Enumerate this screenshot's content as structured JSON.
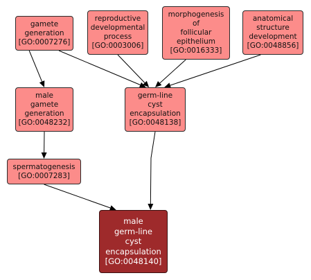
{
  "colors": {
    "node_fill": "#fc8c8a",
    "target_fill": "#9e2a2b",
    "edge": "#000000"
  },
  "nodes": {
    "gamete_generation": {
      "lines": [
        "gamete",
        "generation",
        "[GO:0007276]"
      ]
    },
    "reproductive_developmental_process": {
      "lines": [
        "reproductive",
        "developmental",
        "process",
        "[GO:0003006]"
      ]
    },
    "morphogenesis_follicular_epithelium": {
      "lines": [
        "morphogenesis",
        "of",
        "follicular",
        "epithelium",
        "[GO:0016333]"
      ]
    },
    "anatomical_structure_development": {
      "lines": [
        "anatomical",
        "structure",
        "development",
        "[GO:0048856]"
      ]
    },
    "male_gamete_generation": {
      "lines": [
        "male",
        "gamete",
        "generation",
        "[GO:0048232]"
      ]
    },
    "germline_cyst_encapsulation": {
      "lines": [
        "germ-line",
        "cyst",
        "encapsulation",
        "[GO:0048138]"
      ]
    },
    "spermatogenesis": {
      "lines": [
        "spermatogenesis",
        "[GO:0007283]"
      ]
    },
    "male_germline_cyst_encapsulation": {
      "lines": [
        "male",
        "germ-line",
        "cyst",
        "encapsulation",
        "[GO:0048140]"
      ]
    }
  },
  "edges": [
    {
      "from": "gamete_generation",
      "to": "male_gamete_generation"
    },
    {
      "from": "gamete_generation",
      "to": "germline_cyst_encapsulation"
    },
    {
      "from": "reproductive_developmental_process",
      "to": "germline_cyst_encapsulation"
    },
    {
      "from": "morphogenesis_follicular_epithelium",
      "to": "germline_cyst_encapsulation"
    },
    {
      "from": "anatomical_structure_development",
      "to": "germline_cyst_encapsulation"
    },
    {
      "from": "male_gamete_generation",
      "to": "spermatogenesis"
    },
    {
      "from": "spermatogenesis",
      "to": "male_germline_cyst_encapsulation"
    },
    {
      "from": "germline_cyst_encapsulation",
      "to": "male_germline_cyst_encapsulation"
    }
  ]
}
